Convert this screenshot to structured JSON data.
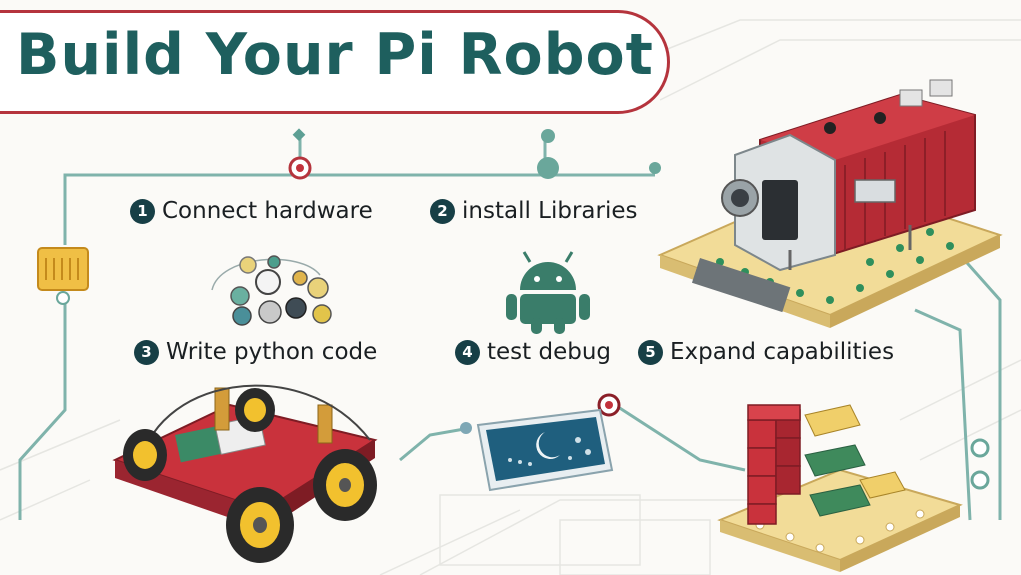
{
  "title": "Build Your Pi Robot",
  "steps": [
    {
      "number": "1",
      "label": "Connect hardware"
    },
    {
      "number": "2",
      "label": "install Libraries"
    },
    {
      "number": "3",
      "label": "Write python code"
    },
    {
      "number": "4",
      "label": "test debug"
    },
    {
      "number": "5",
      "label": "Expand capabilities"
    }
  ],
  "colors": {
    "title_text": "#1e5f5e",
    "title_border": "#b5343d",
    "badge": "#173f46",
    "circuit_line": "#7fb3ab",
    "robot_red": "#b52b35",
    "board_yellow": "#f2dc98",
    "android_green": "#3a7d6a"
  },
  "icons": [
    "chip-icon",
    "android-icon",
    "parts-icon",
    "tablet-icon"
  ]
}
